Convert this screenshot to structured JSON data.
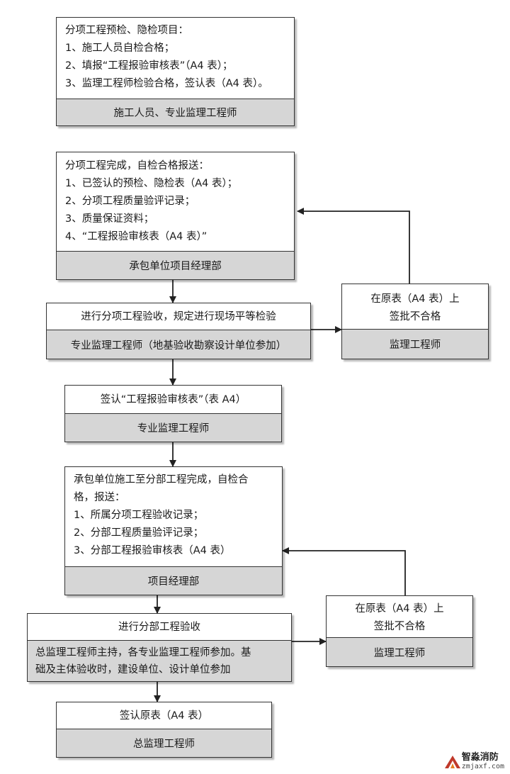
{
  "box1": {
    "lines": [
      "分项工程预检、隐检项目：",
      "1、施工人员自检合格；",
      "2、填报“工程报验审核表”（A4 表）；",
      "3、监理工程师检验合格，签认表（A4 表）。"
    ],
    "role": "施工人员、专业监理工程师"
  },
  "box2": {
    "lines": [
      "分项工程完成，自检合格报送：",
      "1、已签认的预检、隐检表（A4 表）；",
      "2、分项工程质量验评记录；",
      "3、质量保证资料；",
      "4、“工程报验审核表（A4 表）”"
    ],
    "role": "承包单位项目经理部"
  },
  "box3": {
    "action": "进行分项工程验收，规定进行现场平等检验",
    "role": "专业监理工程师（地基验收勘察设计单位参加）"
  },
  "reject1": {
    "lines": [
      "在原表（A4 表）上",
      "签批不合格"
    ],
    "role": "监理工程师"
  },
  "box4": {
    "action": "签认“工程报验审核表”（表 A4）",
    "role": "专业监理工程师"
  },
  "box5": {
    "lines": [
      "承包单位施工至分部工程完成，自检合",
      "格，报送：",
      "1、所属分项工程验收记录；",
      "2、分部工程质量验评记录；",
      "3、分部工程报验审核表（A4 表）"
    ],
    "role": "项目经理部"
  },
  "box6": {
    "action": "进行分部工程验收",
    "role_lines": [
      "总监理工程师主持，各专业监理工程师参加。基",
      "础及主体验收时，建设单位、设计单位参加"
    ]
  },
  "reject2": {
    "lines": [
      "在原表（A4 表）上",
      "签批不合格"
    ],
    "role": "监理工程师"
  },
  "box7": {
    "action": "签认原表（A4 表）",
    "role": "总监理工程师"
  },
  "watermark": {
    "name": "智淼消防",
    "url": "zmjaxf.com"
  }
}
